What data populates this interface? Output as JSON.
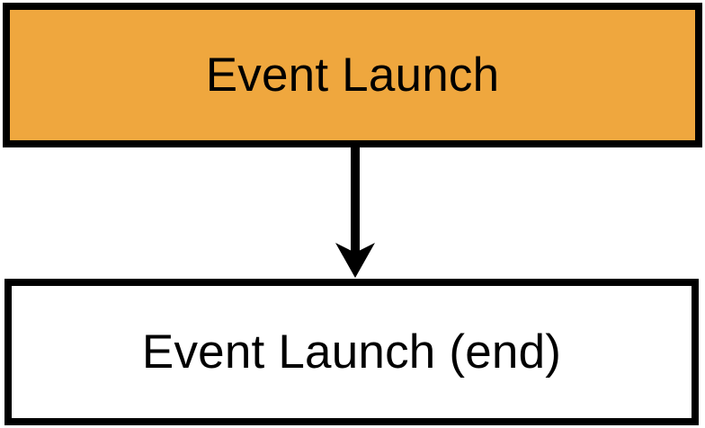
{
  "diagram": {
    "type": "flowchart",
    "orientation": "top-to-bottom",
    "background_color": "#ffffff",
    "nodes": [
      {
        "id": "start",
        "label": "Event Launch",
        "shape": "rectangle",
        "fill_color": "#efa73e",
        "border_color": "#000000",
        "text_color": "#000000"
      },
      {
        "id": "end",
        "label": "Event Launch (end)",
        "shape": "rectangle",
        "fill_color": "#ffffff",
        "border_color": "#000000",
        "text_color": "#000000"
      }
    ],
    "edges": [
      {
        "id": "start-to-end",
        "from": "start",
        "to": "end",
        "label": "",
        "style": "solid",
        "arrowhead": "filled-triangle",
        "color": "#000000"
      }
    ]
  }
}
